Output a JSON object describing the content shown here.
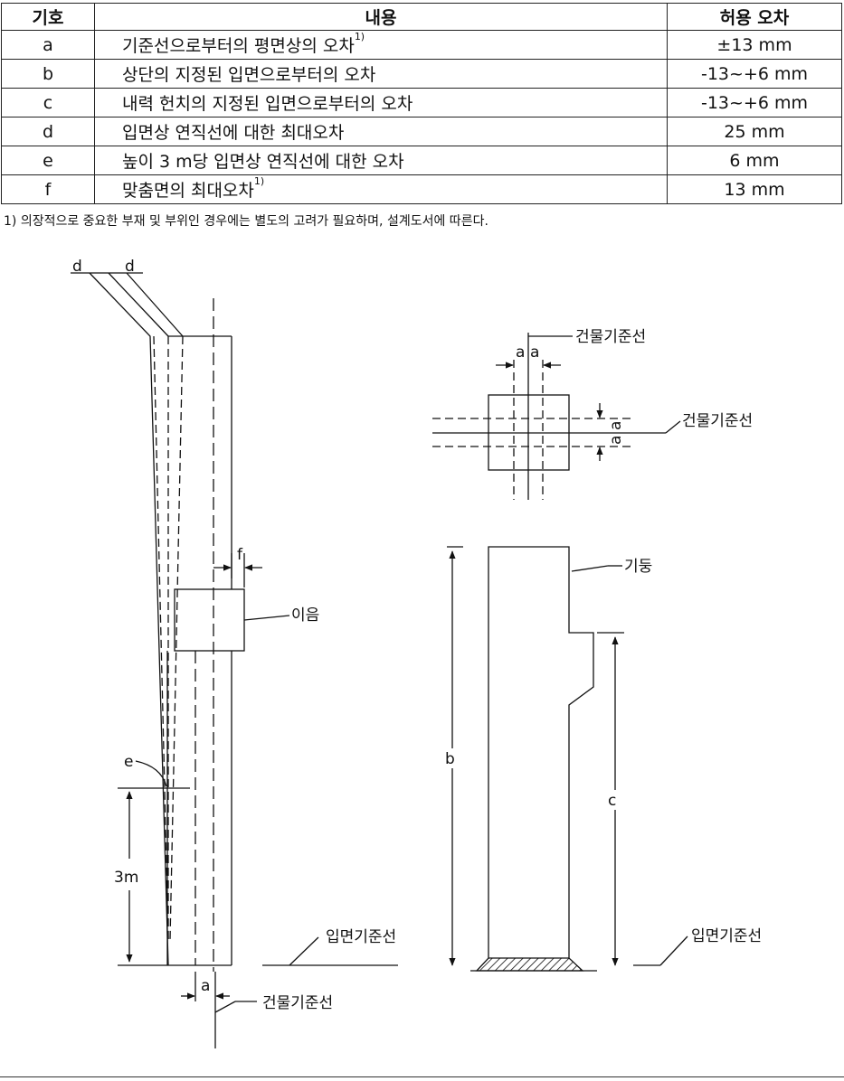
{
  "table": {
    "headers": [
      "기호",
      "내용",
      "허용 오차"
    ],
    "rows": [
      {
        "symbol": "a",
        "content": "기준선으로부터의 평면상의 오차",
        "note": "1)",
        "tolerance": "±13 mm"
      },
      {
        "symbol": "b",
        "content": "상단의 지정된 입면으로부터의 오차",
        "note": "",
        "tolerance": "-13~+6 mm"
      },
      {
        "symbol": "c",
        "content": "내력 헌치의 지정된 입면으로부터의 오차",
        "note": "",
        "tolerance": "-13~+6 mm"
      },
      {
        "symbol": "d",
        "content": "입면상 연직선에 대한 최대오차",
        "note": "",
        "tolerance": "25 mm"
      },
      {
        "symbol": "e",
        "content": "높이 3 m당 입면상 연직선에 대한 오차",
        "note": "",
        "tolerance": "6 mm"
      },
      {
        "symbol": "f",
        "content": "맞춤면의 최대오차",
        "note": "1)",
        "tolerance": "13  mm"
      }
    ]
  },
  "footnote": "1) 의장적으로 중요한 부재 및 부위인 경우에는 별도의 고려가 필요하며, 설계도서에 따른다.",
  "figure": {
    "left": {
      "d_left": "d",
      "d_right": "d",
      "f": "f",
      "splice": "이음",
      "e": "e",
      "three_m": "3m",
      "elevation_datum": "입면기준선",
      "a": "a",
      "building_datum": "건물기준선"
    },
    "plan": {
      "building_datum_top": "건물기준선",
      "a_top_left": "a",
      "a_top_right": "a",
      "building_datum_right": "건물기준선",
      "a_side_1": "a",
      "a_side_2": "a"
    },
    "elevation": {
      "column": "기둥",
      "b": "b",
      "c": "c",
      "elevation_datum": "입면기준선"
    }
  }
}
